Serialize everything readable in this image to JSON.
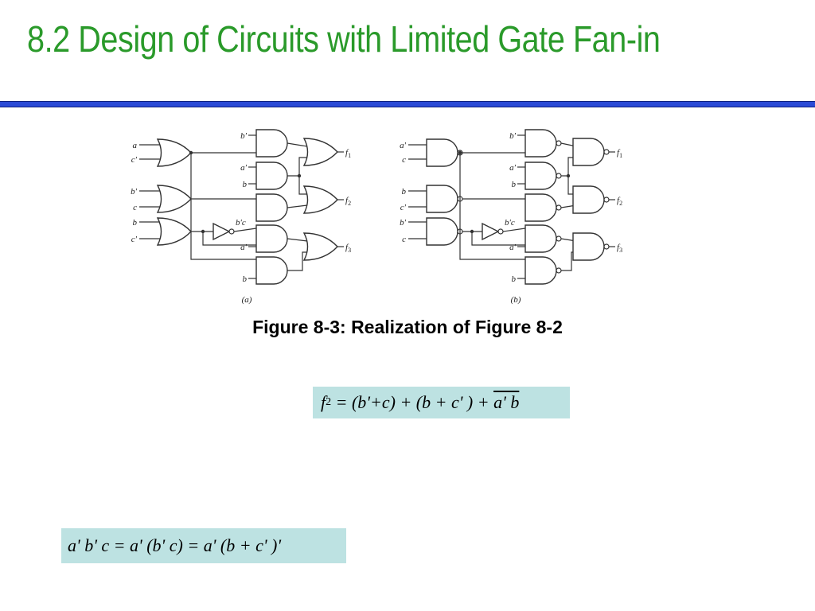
{
  "slide": {
    "title": "8.2 Design of Circuits with Limited Gate Fan-in"
  },
  "figure": {
    "caption": "Figure 8-3:  Realization of Figure 8-2",
    "panel_a": {
      "label": "(a)",
      "inputs": [
        "a",
        "c′",
        "b′",
        "c",
        "b",
        "c′"
      ],
      "gate_inputs": [
        "b′",
        "a′",
        "b",
        "b′c",
        "a′",
        "b"
      ],
      "outputs": [
        "f",
        "f",
        "f"
      ],
      "output_subscripts": [
        "1",
        "2",
        "3"
      ]
    },
    "panel_b": {
      "label": "(b)",
      "inputs": [
        "a′",
        "c",
        "b",
        "c′",
        "b′",
        "c"
      ],
      "gate_inputs": [
        "b′",
        "a′",
        "b",
        "b′c",
        "a′",
        "b"
      ],
      "outputs": [
        "f",
        "f",
        "f"
      ],
      "output_subscripts": [
        "1",
        "2",
        "3"
      ]
    }
  },
  "equations": {
    "f2": {
      "lhs": "f",
      "lhs_sub": "2",
      "rhs_pre": " = (b'+c) + (b + c' ) + ",
      "rhs_overline": "a' b"
    },
    "abc": "a' b' c = a' (b' c) = a' (b + c' )'"
  },
  "colors": {
    "title": "#2a9a2a",
    "rule": "#2b4bd6",
    "equation_box": "#bde2e2"
  }
}
